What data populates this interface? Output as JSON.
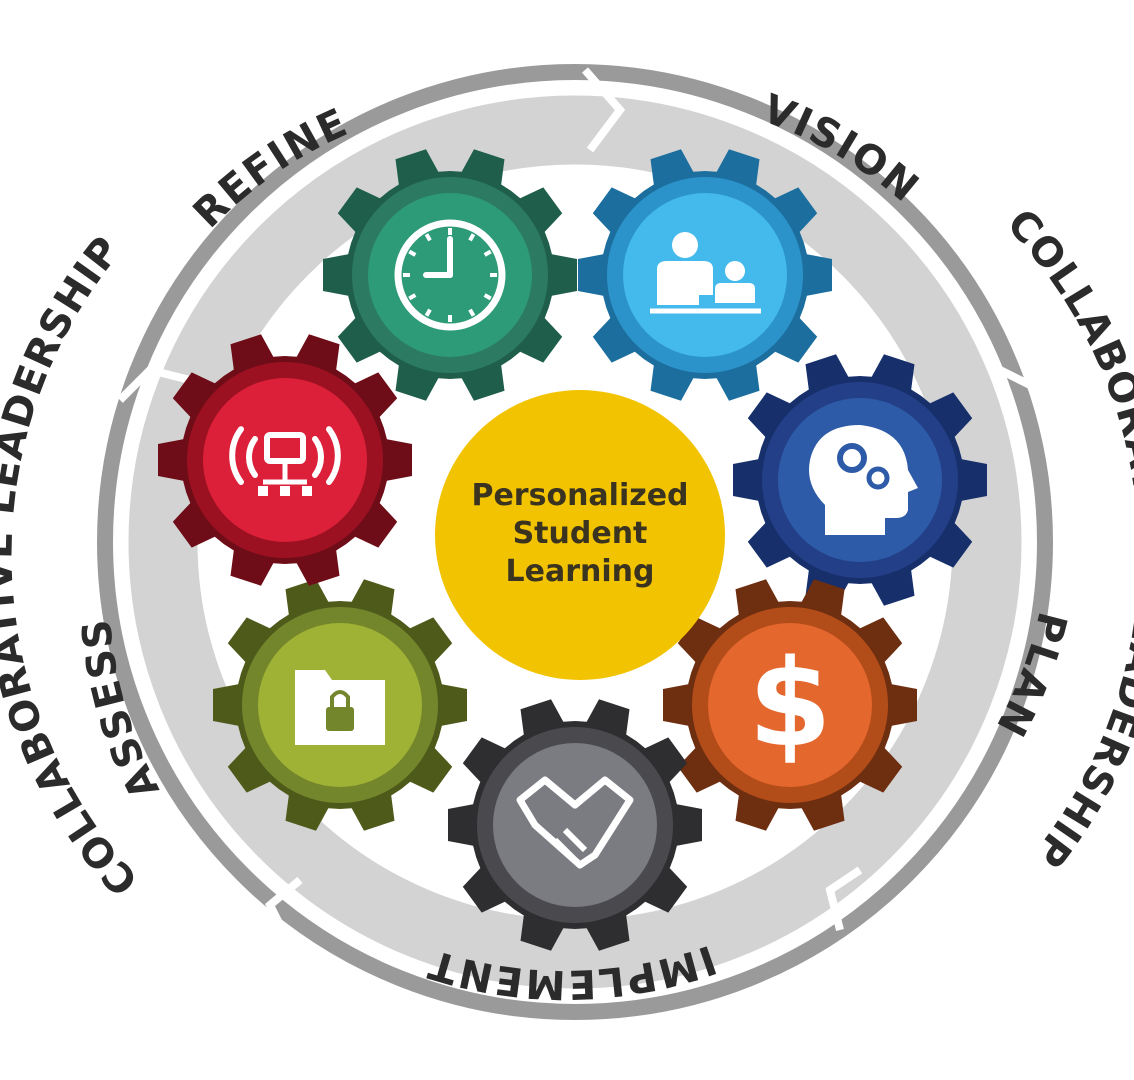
{
  "diagram": {
    "center": {
      "lines": [
        "Personalized",
        "Student",
        "Learning"
      ],
      "color": "#F2C300"
    },
    "phases": [
      {
        "label": "VISION"
      },
      {
        "label": "PLAN"
      },
      {
        "label": "IMPLEMENT"
      },
      {
        "label": "ASSESS"
      },
      {
        "label": "REFINE"
      }
    ],
    "outer_labels": [
      {
        "label": "COLLABORATIVE LEADERSHIP"
      },
      {
        "label": "COLLABORATIVE LEADERSHIP"
      }
    ],
    "gears": [
      {
        "id": "time",
        "icon": "clock-icon",
        "dark": "#1F5E4A",
        "mid": "#2B7A61",
        "light": "#2E9B78"
      },
      {
        "id": "instruction",
        "icon": "teacher-student-icon",
        "dark": "#1B6E9E",
        "mid": "#2B93C9",
        "light": "#44B9EC"
      },
      {
        "id": "thinking",
        "icon": "head-gears-icon",
        "dark": "#172F6B",
        "mid": "#233F88",
        "light": "#2E5BA8"
      },
      {
        "id": "budget",
        "icon": "dollar-icon",
        "dark": "#6E2E10",
        "mid": "#B24C19",
        "light": "#E4672E"
      },
      {
        "id": "partnerships",
        "icon": "handshake-icon",
        "dark": "#2E2E30",
        "mid": "#4A4A4E",
        "light": "#7A7C82"
      },
      {
        "id": "data-privacy",
        "icon": "locked-folder-icon",
        "dark": "#4E5A1A",
        "mid": "#73862B",
        "light": "#A0B235"
      },
      {
        "id": "technology",
        "icon": "network-icon",
        "dark": "#6E0D18",
        "mid": "#9C1121",
        "light": "#DD2039"
      }
    ]
  }
}
